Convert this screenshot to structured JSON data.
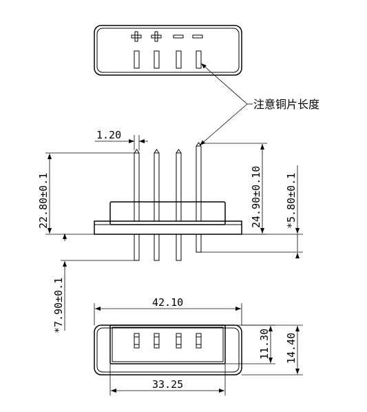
{
  "top_view": {
    "pin_signs": [
      "+",
      "+",
      "−",
      "−"
    ]
  },
  "note": {
    "text": "注意铜片长度"
  },
  "side_view": {
    "dim_pin_width": "1.20",
    "dim_left_height": "22.80±0.1",
    "dim_pin_length": "24.90±0.10",
    "dim_body_height": "*5.80±0.1",
    "dim_bottom_pin": "*7.90±0.1"
  },
  "bottom_view": {
    "dim_outer_width": "42.10",
    "dim_inner_width": "33.25",
    "dim_inner_height": "11.30",
    "dim_outer_height": "14.40"
  }
}
